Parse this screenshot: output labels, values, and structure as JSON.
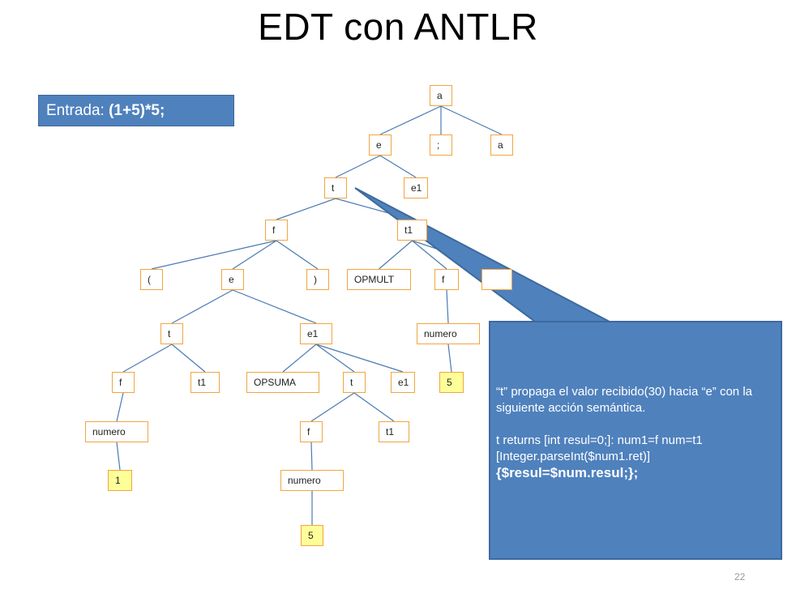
{
  "title": "EDT con ANTLR",
  "entrada": {
    "label": "Entrada:",
    "value": "(1+5)*5;"
  },
  "tree": {
    "nodes": [
      {
        "id": "a_root",
        "label": "a"
      },
      {
        "id": "e_1",
        "label": "e"
      },
      {
        "id": "semicolon",
        "label": ";"
      },
      {
        "id": "a_child",
        "label": "a"
      },
      {
        "id": "t_1",
        "label": "t"
      },
      {
        "id": "e1_1",
        "label": "e1"
      },
      {
        "id": "f_1",
        "label": "f"
      },
      {
        "id": "t1_1",
        "label": "t1"
      },
      {
        "id": "lparen",
        "label": "("
      },
      {
        "id": "e_2",
        "label": "e"
      },
      {
        "id": "rparen",
        "label": ")"
      },
      {
        "id": "opmult",
        "label": "OPMULT"
      },
      {
        "id": "f_2",
        "label": "f"
      },
      {
        "id": "t1_hidden",
        "label": ""
      },
      {
        "id": "t_2",
        "label": "t"
      },
      {
        "id": "e1_2",
        "label": "e1"
      },
      {
        "id": "numero_1",
        "label": "numero"
      },
      {
        "id": "f_3",
        "label": "f"
      },
      {
        "id": "t1_2",
        "label": "t1"
      },
      {
        "id": "opsuma",
        "label": "OPSUMA"
      },
      {
        "id": "t_3",
        "label": "t"
      },
      {
        "id": "e1_3",
        "label": "e1"
      },
      {
        "id": "leaf_5a",
        "label": "5"
      },
      {
        "id": "numero_2",
        "label": "numero"
      },
      {
        "id": "f_4",
        "label": "f"
      },
      {
        "id": "t1_3",
        "label": "t1"
      },
      {
        "id": "leaf_1",
        "label": "1"
      },
      {
        "id": "numero_3",
        "label": "numero"
      },
      {
        "id": "leaf_5b",
        "label": "5"
      }
    ],
    "edges": [
      [
        "a_root",
        "e_1"
      ],
      [
        "a_root",
        "semicolon"
      ],
      [
        "a_root",
        "a_child"
      ],
      [
        "e_1",
        "t_1"
      ],
      [
        "e_1",
        "e1_1"
      ],
      [
        "t_1",
        "f_1"
      ],
      [
        "t_1",
        "t1_1"
      ],
      [
        "f_1",
        "lparen"
      ],
      [
        "f_1",
        "e_2"
      ],
      [
        "f_1",
        "rparen"
      ],
      [
        "t1_1",
        "opmult"
      ],
      [
        "t1_1",
        "f_2"
      ],
      [
        "t1_1",
        "t1_hidden"
      ],
      [
        "e_2",
        "t_2"
      ],
      [
        "e_2",
        "e1_2"
      ],
      [
        "f_2",
        "numero_1"
      ],
      [
        "t_2",
        "f_3"
      ],
      [
        "t_2",
        "t1_2"
      ],
      [
        "e1_2",
        "opsuma"
      ],
      [
        "e1_2",
        "t_3"
      ],
      [
        "e1_2",
        "e1_3"
      ],
      [
        "numero_1",
        "leaf_5a"
      ],
      [
        "f_3",
        "numero_2"
      ],
      [
        "t_3",
        "f_4"
      ],
      [
        "t_3",
        "t1_3"
      ],
      [
        "numero_2",
        "leaf_1"
      ],
      [
        "f_4",
        "numero_3"
      ],
      [
        "numero_3",
        "leaf_5b"
      ]
    ]
  },
  "callout": {
    "line1": "“t” propaga el valor recibido(30) hacia “e” con la siguiente acción semántica.",
    "line2": "t returns [int resul=0;]: num1=f num=t1 [Integer.parseInt($num1.ret)]",
    "line3": "{$resul=$num.resul;};"
  },
  "page_number": "22",
  "colors": {
    "node_border": "#f2a541",
    "leaf_fill": "#ffff99",
    "edge": "#4a7ab5",
    "callout_fill": "#4f81bd"
  }
}
